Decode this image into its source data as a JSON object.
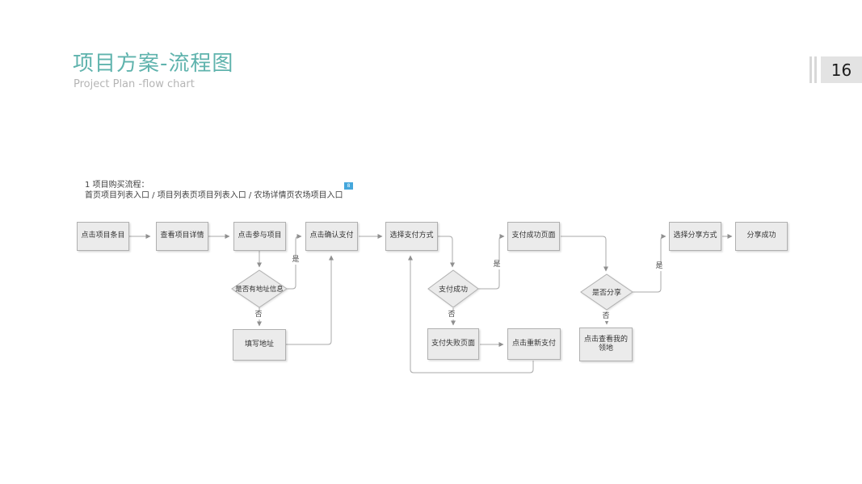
{
  "slide": {
    "title": "项目方案-流程图",
    "subtitle": "Project Plan -flow chart",
    "page_number": "16"
  },
  "note": {
    "line1": "1  项目购买流程：",
    "line2": "首页项目列表入口  /  项目列表页项目列表入口  /  农场详情页农场项目入口",
    "badge_text": "8"
  },
  "colors": {
    "title_teal": "#5fb3ad",
    "node_fill": "#ebebeb",
    "node_border": "#b0b0b0",
    "connector_gray": "#a8a8a8",
    "badge_blue": "#45a7dc",
    "page_box_gray": "#e3e3e3"
  },
  "flowchart": {
    "nodes": [
      {
        "label": "点击项目条目"
      },
      {
        "label": "查看项目详情"
      },
      {
        "label": "点击参与项目"
      },
      {
        "label": "点击确认支付"
      },
      {
        "label": "选择支付方式"
      },
      {
        "label": "支付成功页面"
      },
      {
        "label": "选择分享方式"
      },
      {
        "label": "分享成功"
      },
      {
        "label": "填写地址"
      },
      {
        "label": "支付失败页面"
      },
      {
        "label": "点击重新支付"
      },
      {
        "label": "点击查看我的领地"
      }
    ],
    "decisions": [
      {
        "label": "是否有地址信息"
      },
      {
        "label": "支付成功"
      },
      {
        "label": "是否分享"
      }
    ],
    "branch_labels": {
      "yes": "是",
      "no": "否"
    }
  }
}
